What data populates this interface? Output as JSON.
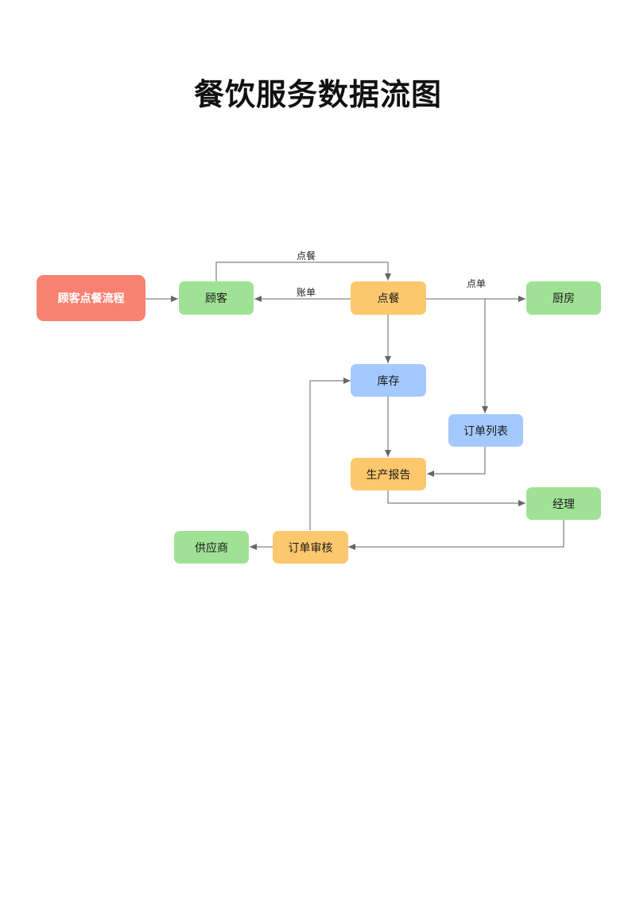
{
  "title": "餐饮服务数据流图",
  "colors": {
    "start": "#F88271",
    "green": "#A0E295",
    "orange": "#FDC76D",
    "blue": "#A4C9FE",
    "edge": "#666666"
  },
  "nodes": {
    "start": "顾客点餐流程",
    "customer": "顾客",
    "order": "点餐",
    "kitchen": "厨房",
    "inventory": "库存",
    "order_list": "订单列表",
    "production_report": "生产报告",
    "manager": "经理",
    "order_review": "订单审核",
    "supplier": "供应商"
  },
  "edge_labels": {
    "customer_to_order": "点餐",
    "order_to_customer": "账单",
    "order_to_kitchen": "点单"
  }
}
